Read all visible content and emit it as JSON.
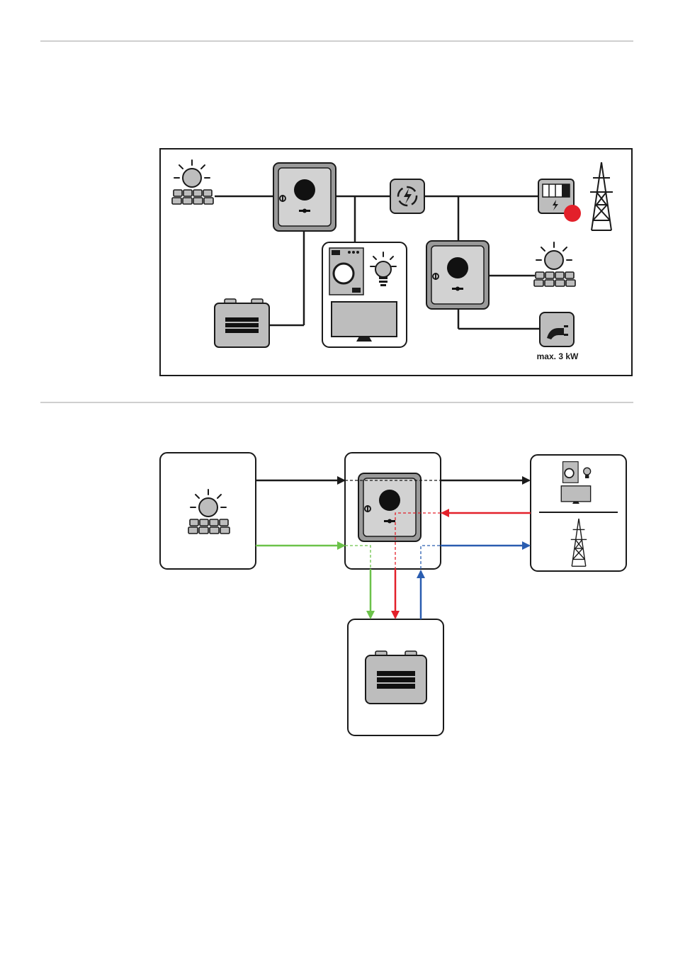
{
  "diagram_system": {
    "components": [
      "solar-panel",
      "inverter",
      "battery",
      "household-loads",
      "energy-meter",
      "grid",
      "backup-switch",
      "inverter-2",
      "solar-panel-2",
      "outlet"
    ],
    "outlet_label": "max. 3 kW",
    "colors": {
      "line": "#1a1a1a",
      "device": "#bdbdbd",
      "alert": "#e3202a"
    }
  },
  "diagram_energy_flow": {
    "nodes": [
      "pv",
      "inverter",
      "consumers-grid",
      "battery"
    ],
    "flow_colors": {
      "pv_to_inverter": "#1a1a1a",
      "pv_to_battery": "#6cc24a",
      "grid_to_battery": "#e3202a",
      "battery_to_grid": "#2a5db0"
    }
  }
}
